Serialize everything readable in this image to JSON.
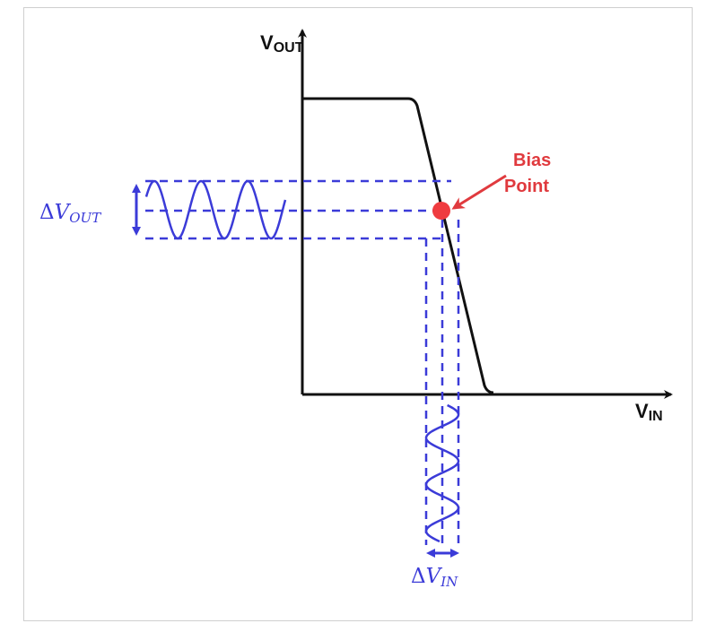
{
  "diagram": {
    "title": "Inverter transfer characteristic with small-signal bias point",
    "y_axis": {
      "label_main": "V",
      "label_sub": "OUT"
    },
    "x_axis": {
      "label_main": "V",
      "label_sub": "IN"
    },
    "bias_point": {
      "label_line1": "Bias",
      "label_line2": "Point"
    },
    "delta_out": {
      "delta": "Δ",
      "main": "V",
      "sub": "OUT"
    },
    "delta_in": {
      "delta": "Δ",
      "main": "V",
      "sub": "IN"
    },
    "colors": {
      "curve": "#111111",
      "signal": "#3b3bd8",
      "bias": "#e03a3e",
      "frame": "#cfcfcf"
    }
  }
}
